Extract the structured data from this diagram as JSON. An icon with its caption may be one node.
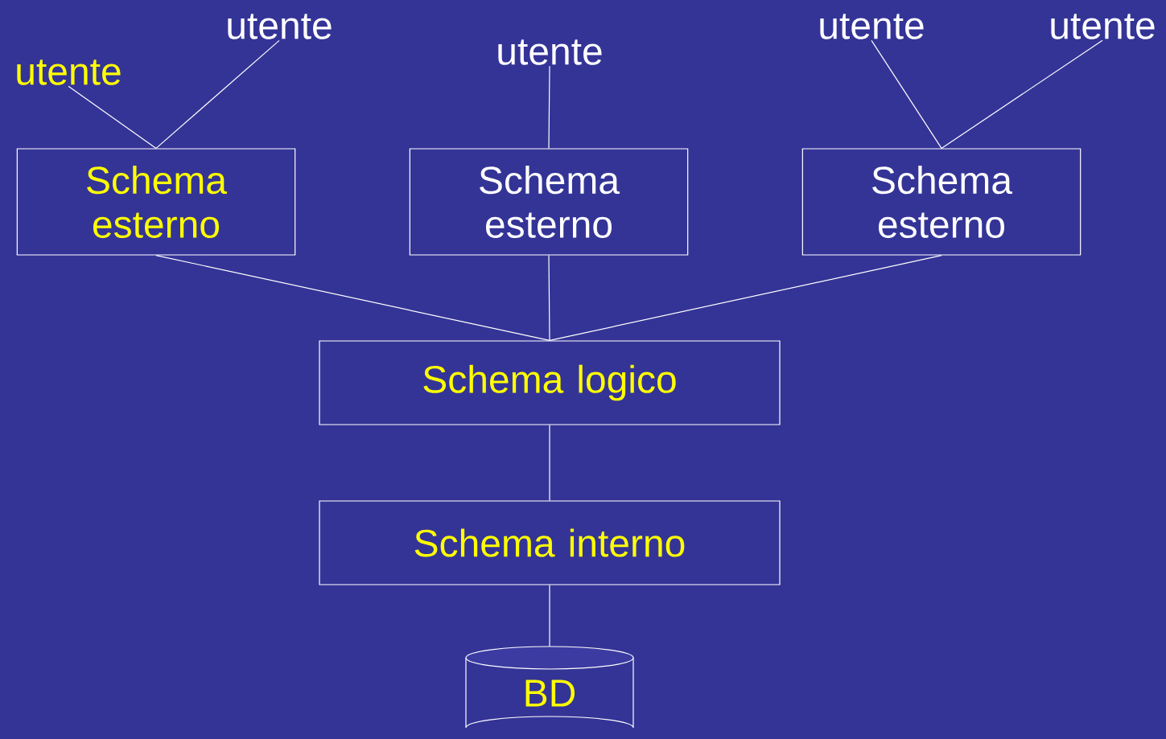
{
  "diagram": {
    "nodes": [
      {
        "text": [
          "utente"
        ]
      },
      {
        "text": [
          "utente"
        ]
      },
      {
        "text": [
          "utente"
        ]
      },
      {
        "text": [
          "utente"
        ]
      },
      {
        "text": [
          "utente"
        ]
      },
      {
        "text": [
          "Schema esterno"
        ]
      },
      {
        "text": [
          "Schema esterno"
        ]
      },
      {
        "text": [
          "Schema esterno"
        ]
      },
      {
        "text": [
          "Schema logico"
        ]
      },
      {
        "text": [
          "Schema interno"
        ]
      },
      {
        "text": [
          "BD"
        ]
      }
    ],
    "edges": [
      {
        "from": 1,
        "to": 5,
        "arrow": "none"
      },
      {
        "from": 0,
        "to": 5,
        "arrow": "none"
      },
      {
        "from": 2,
        "to": 6,
        "arrow": "none"
      },
      {
        "from": 3,
        "to": 7,
        "arrow": "none"
      },
      {
        "from": 4,
        "to": 7,
        "arrow": "none"
      },
      {
        "from": 5,
        "to": 8,
        "arrow": "none"
      },
      {
        "from": 6,
        "to": 8,
        "arrow": "none"
      },
      {
        "from": 7,
        "to": 8,
        "arrow": "none"
      },
      {
        "from": 8,
        "to": 9,
        "arrow": "none"
      },
      {
        "from": 9,
        "to": 10,
        "arrow": "none"
      }
    ]
  }
}
